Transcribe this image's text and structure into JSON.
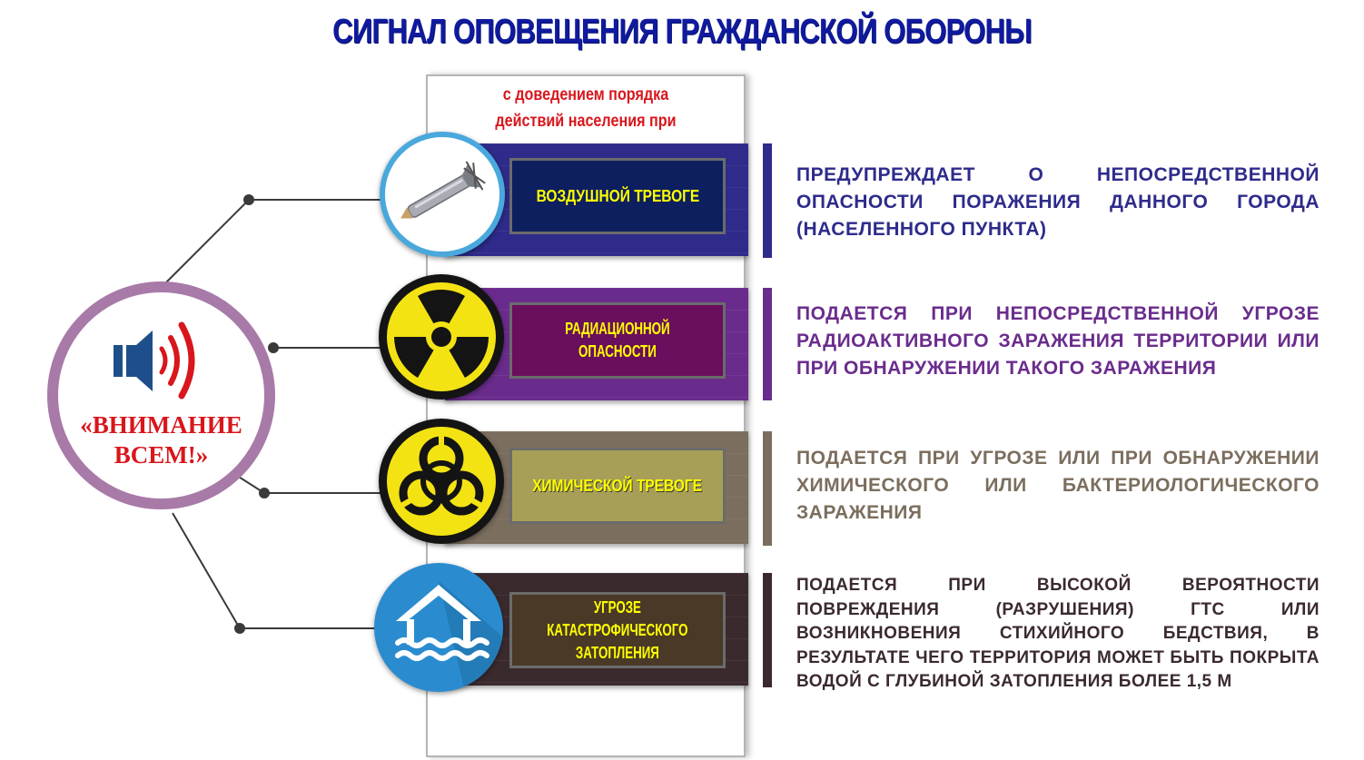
{
  "title": "СИГНАЛ ОПОВЕЩЕНИЯ ГРАЖДАНСКОЙ ОБОРОНЫ",
  "subtitle_lines": [
    "с доведением порядка",
    "действий населения при"
  ],
  "main_signal": {
    "text_lines": [
      "«ВНИМАНИЕ",
      "ВСЕМ!»"
    ],
    "icon": "speaker-icon",
    "ring_color": "#a87aa8"
  },
  "signals": [
    {
      "label_lines": [
        "ВОЗДУШНОЙ ТРЕВОГЕ"
      ],
      "icon": "missile-icon",
      "description": "Предупреждает о непосредственной опасности поражения данного города (населенного пункта)",
      "band_color": "#2e2b8b",
      "box_color": "#0d1f5e",
      "label_color": "#ffff00",
      "desc_color": "#2e2b8b"
    },
    {
      "label_lines": [
        "РАДИАЦИОННОЙ",
        "ОПАСНОСТИ"
      ],
      "icon": "radiation-icon",
      "description": "Подается при непосредственной угрозе радиоактивного заражения территории или при обнаружении такого заражения",
      "band_color": "#6a2c8c",
      "box_color": "#6a0e5e",
      "label_color": "#ffff00",
      "desc_color": "#6a2c8c"
    },
    {
      "label_lines": [
        "ХИМИЧЕСКОЙ ТРЕВОГЕ"
      ],
      "icon": "biohazard-icon",
      "description": "Подается при угрозе или при обнаружении химического или бактериологического заражения",
      "band_color": "#7b6e5e",
      "box_color": "#a79f57",
      "label_color": "#ffff00",
      "desc_color": "#7b6e5e"
    },
    {
      "label_lines": [
        "УГРОЗЕ",
        "КАТАСТРОФИЧЕСКОГО",
        "ЗАТОПЛЕНИЯ"
      ],
      "icon": "flooded-house-icon",
      "description": "Подается при высокой вероятности повреждения (разрушения) ГТС или возникновения стихийного бедствия, в результате чего территория может быть покрыта водой с глубиной затопления более 1,5 м",
      "band_color": "#3a2a2e",
      "box_color": "#4a3926",
      "label_color": "#ffff00",
      "desc_color": "#3a2a2e"
    }
  ]
}
